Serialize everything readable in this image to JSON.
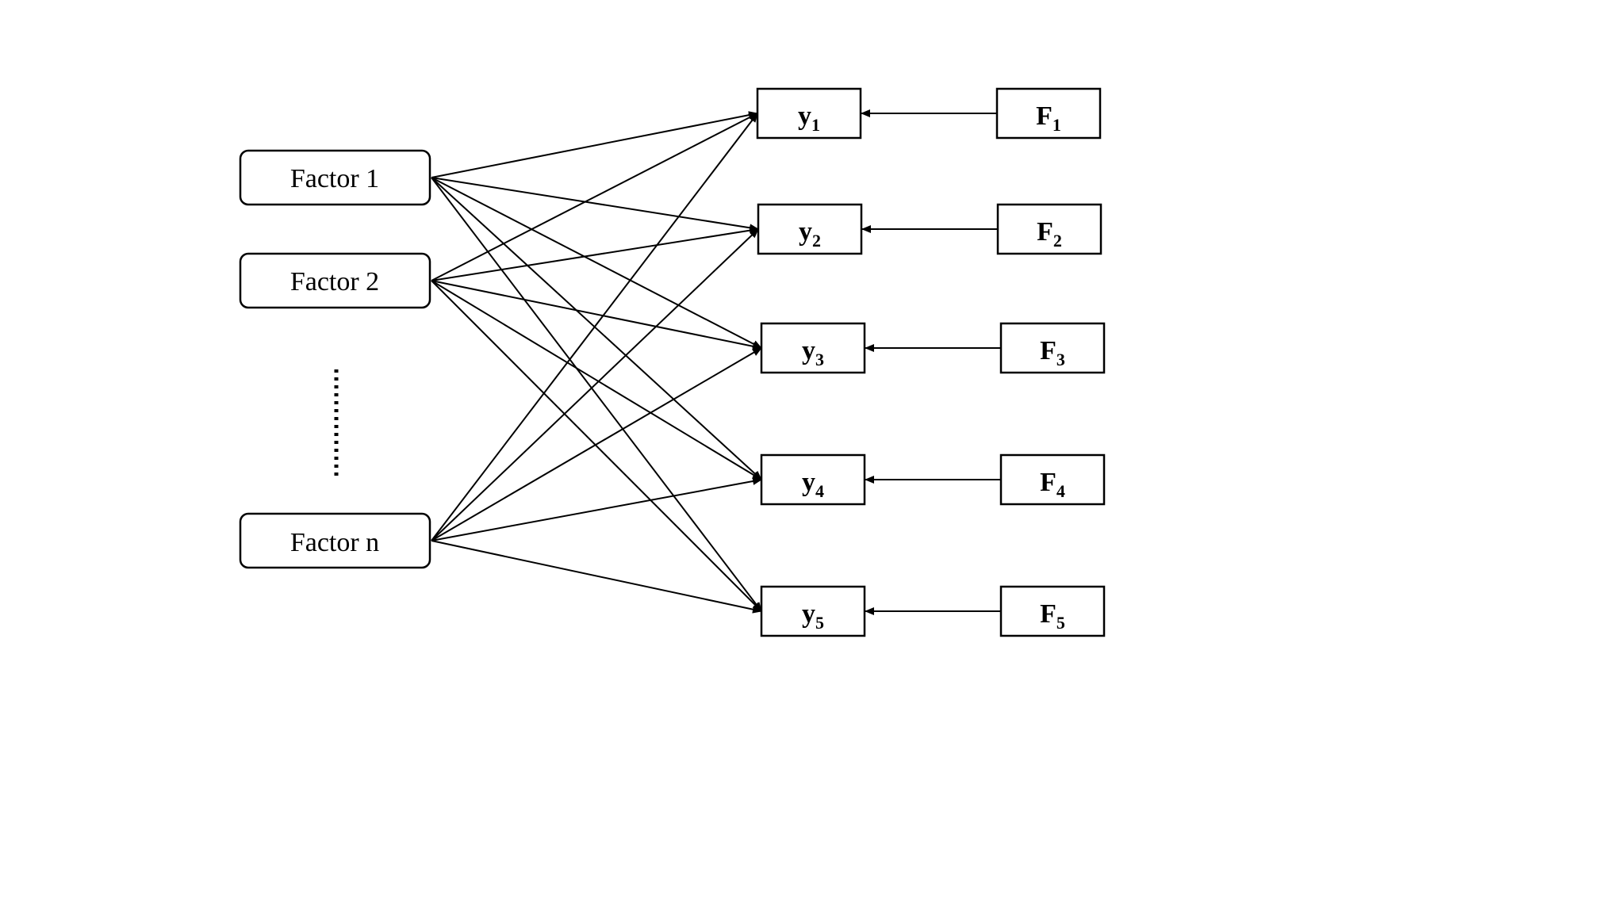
{
  "factors": [
    {
      "id": "factor-1",
      "label": "Factor 1"
    },
    {
      "id": "factor-2",
      "label": "Factor 2"
    },
    {
      "id": "factor-n",
      "label": "Factor n"
    }
  ],
  "ellipsis": "⋮",
  "outputs": [
    {
      "id": "y1",
      "base": "y",
      "sub": "1"
    },
    {
      "id": "y2",
      "base": "y",
      "sub": "2"
    },
    {
      "id": "y3",
      "base": "y",
      "sub": "3"
    },
    {
      "id": "y4",
      "base": "y",
      "sub": "4"
    },
    {
      "id": "y5",
      "base": "y",
      "sub": "5"
    }
  ],
  "inputs": [
    {
      "id": "F1",
      "base": "F",
      "sub": "1"
    },
    {
      "id": "F2",
      "base": "F",
      "sub": "2"
    },
    {
      "id": "F3",
      "base": "F",
      "sub": "3"
    },
    {
      "id": "F4",
      "base": "F",
      "sub": "4"
    },
    {
      "id": "F5",
      "base": "F",
      "sub": "5"
    }
  ],
  "edges": {
    "factor_to_output": "all",
    "input_to_output": "one-to-one"
  },
  "colors": {
    "stroke": "#000000",
    "background": "#ffffff"
  }
}
